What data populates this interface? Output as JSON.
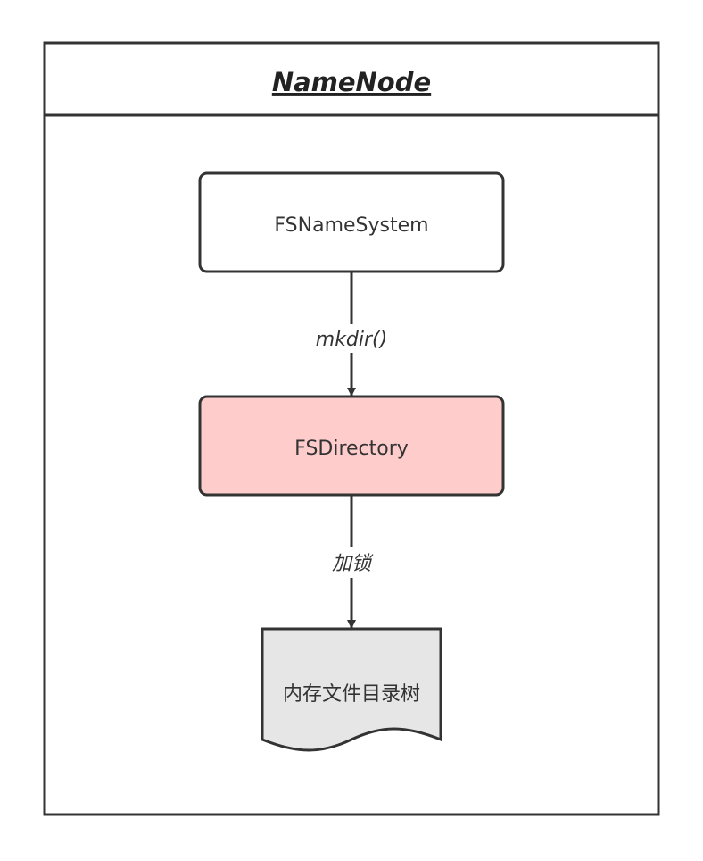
{
  "container": {
    "title": "NameNode"
  },
  "nodes": {
    "fsnamesystem": {
      "label": "FSNameSystem",
      "fill": "#ffffff"
    },
    "fsdirectory": {
      "label": "FSDirectory",
      "fill": "#ffcccc"
    },
    "memory_tree": {
      "label": "内存文件目录树",
      "fill": "#e6e6e6"
    }
  },
  "edges": {
    "mkdir": {
      "label": "mkdir()"
    },
    "lock": {
      "label": "加锁"
    }
  },
  "colors": {
    "stroke": "#333333",
    "background": "#ffffff"
  }
}
